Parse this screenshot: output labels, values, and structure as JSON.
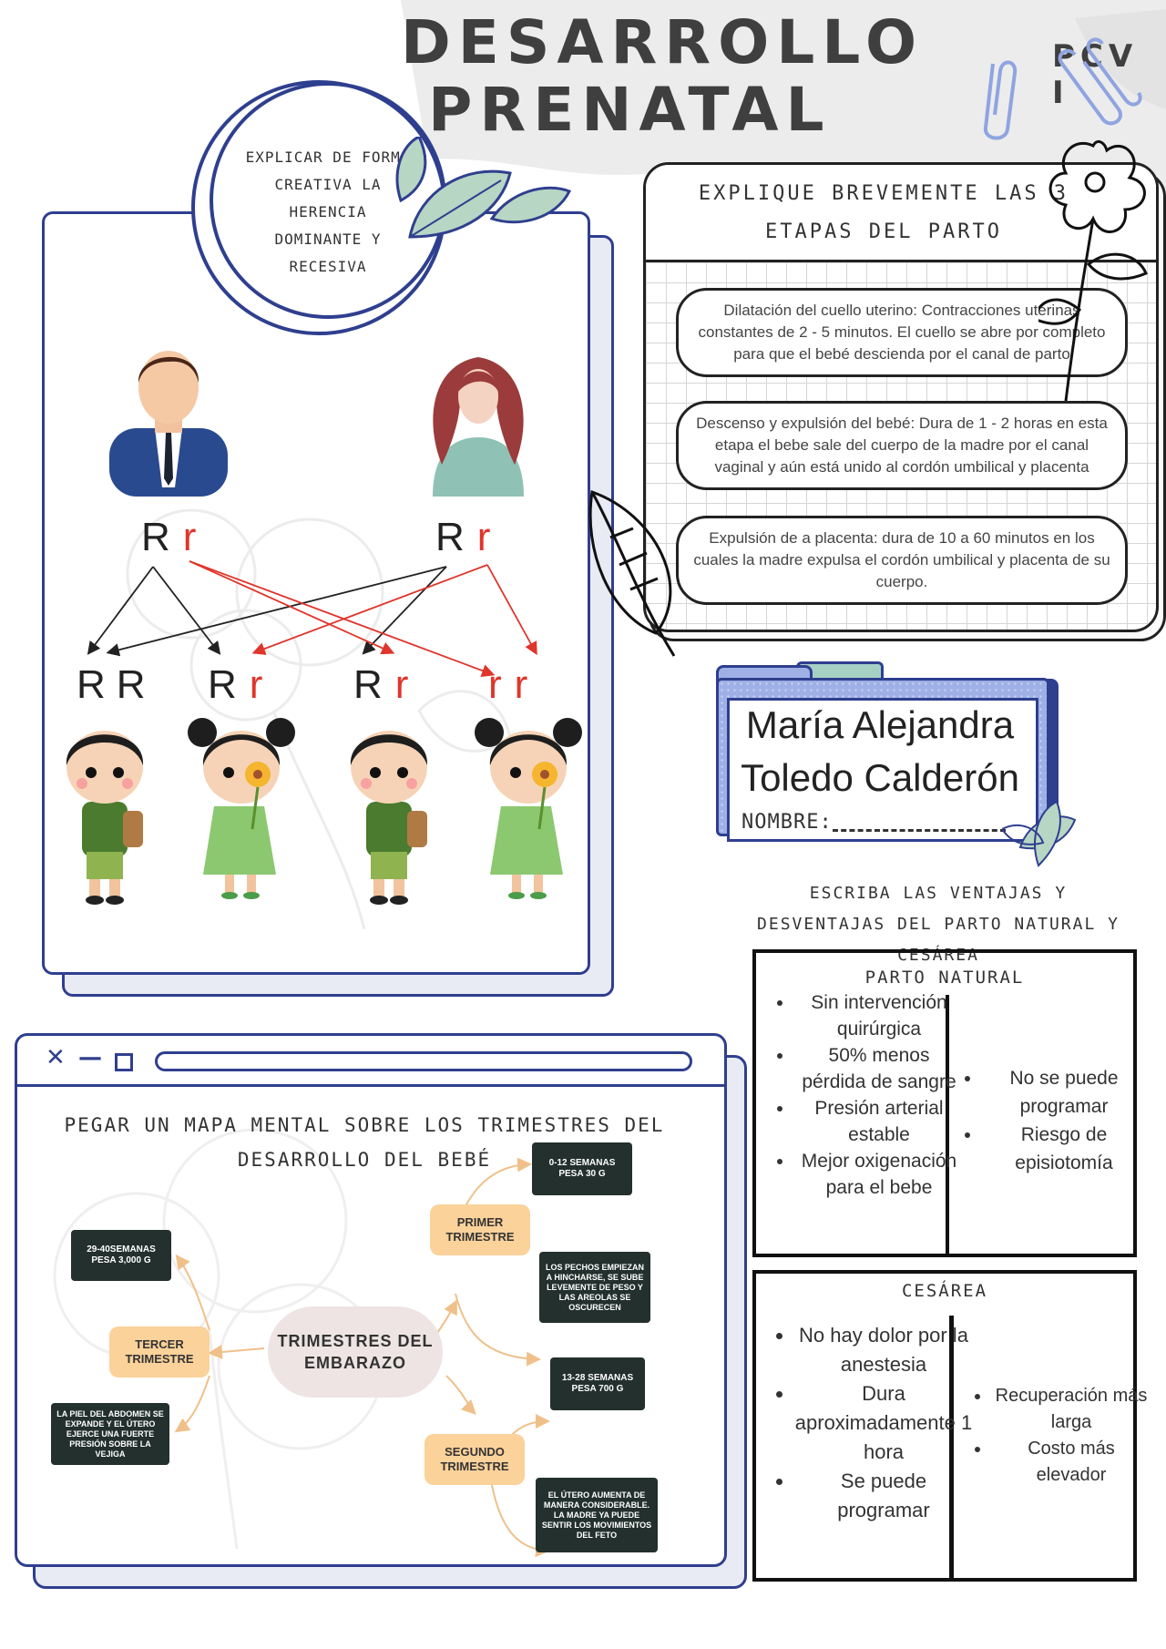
{
  "header": {
    "title_line1": "DESARROLLO",
    "title_line2": "PRENATAL",
    "course": "PCV I"
  },
  "heredity": {
    "prompt": "EXPLICAR DE FORMA CREATIVA LA HERENCIA DOMINANTE Y RECESIVA",
    "father_genes": {
      "dominant": "R",
      "recessive": "r"
    },
    "mother_genes": {
      "dominant": "R",
      "recessive": "r"
    },
    "children": [
      {
        "a": "R",
        "b": "R",
        "a_color": "dominant",
        "b_color": "dominant"
      },
      {
        "a": "R",
        "b": "r",
        "a_color": "dominant",
        "b_color": "recessive"
      },
      {
        "a": "R",
        "b": "r",
        "a_color": "dominant",
        "b_color": "recessive"
      },
      {
        "a": "r",
        "b": "r",
        "a_color": "recessive",
        "b_color": "recessive"
      }
    ]
  },
  "birth_stages": {
    "prompt": "EXPLIQUE BREVEMENTE LAS 3 ETAPAS DEL PARTO",
    "stages": [
      "Dilatación del cuello uterino: Contracciones uterinas constantes de 2 - 5 minutos. El cuello se abre por completo para que el bebé descienda por el canal de parto",
      "Descenso y expulsión del bebé: Dura de 1 - 2 horas en esta etapa el bebe sale del cuerpo de la madre por el canal vaginal y aún está unido al cordón umbilical y placenta",
      "Expulsión de a placenta: dura de 10 a 60 minutos en los cuales la madre expulsa el cordón umbilical y placenta de su cuerpo."
    ]
  },
  "name_card": {
    "line1": "María Alejandra",
    "line2": "Toledo Calderón",
    "label": "NOMBRE:"
  },
  "comparison": {
    "prompt": "ESCRIBA LAS VENTAJAS Y DESVENTAJAS DEL PARTO NATURAL Y CESÁREA",
    "natural": {
      "title": "PARTO NATURAL",
      "pros": [
        "Sin intervención quirúrgica",
        "50% menos pérdida de sangre",
        "Presión arterial estable",
        "Mejor oxigenación para el bebe"
      ],
      "cons": [
        "No se puede programar",
        "Riesgo de episiotomía"
      ]
    },
    "cesarea": {
      "title": "CESÁREA",
      "pros": [
        "No hay dolor por la anestesia",
        "Dura aproximadamente 1 hora",
        "Se puede programar"
      ],
      "cons": [
        "Recuperación más larga",
        "Costo más elevador"
      ]
    }
  },
  "mind_map": {
    "window_controls": {
      "close": "✕",
      "minimize": "—"
    },
    "prompt": "PEGAR UN MAPA MENTAL SOBRE LOS TRIMESTRES DEL DESARROLLO DEL BEBÉ",
    "center": "TRIMESTRES DEL EMBARAZO",
    "first": {
      "label": "PRIMER TRIMESTRE",
      "weeks": "0-12 SEMANAS PESA 30 G",
      "note": "LOS PECHOS EMPIEZAN A HINCHARSE, SE SUBE LEVEMENTE DE PESO Y LAS AREOLAS SE OSCURECEN"
    },
    "second": {
      "label": "SEGUNDO TRIMESTRE",
      "weeks": "13-28 SEMANAS PESA 700 G",
      "note": "EL ÚTERO AUMENTA DE MANERA CONSIDERABLE. LA MADRE YA PUEDE SENTIR LOS MOVIMIENTOS DEL FETO"
    },
    "third": {
      "label": "TERCER TRIMESTRE",
      "weeks": "29-40SEMANAS PESA 3,000 G",
      "note": "LA PIEL DEL ABDOMEN SE EXPANDE Y EL ÚTERO EJERCE UNA FUERTE PRESIÓN SOBRE LA VEJIGA"
    }
  },
  "colors": {
    "frame_blue": "#2f3f8f",
    "recessive_red": "#e0352b",
    "pill_yellow": "#fbd29a",
    "dark_box": "#23302d",
    "leaf_green": "#b8d6c4"
  }
}
